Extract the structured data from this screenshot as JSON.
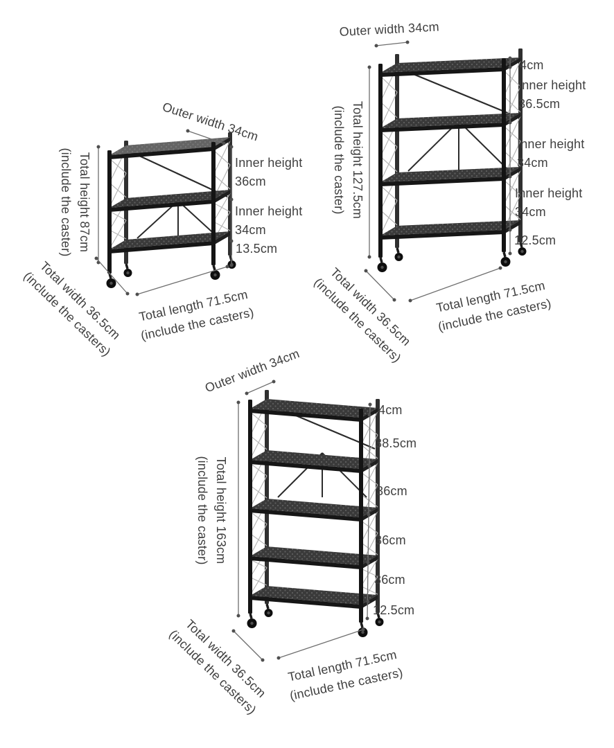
{
  "diagram": {
    "background": "#ffffff",
    "text_color": "#3f3f3f",
    "dim_line_color": "#6e6e6e",
    "rack_color": "#161616",
    "lattice_color": "#b6b6b6"
  },
  "racks": [
    {
      "tiers": 3,
      "labels": {
        "outer_width": "Outer width 34cm",
        "total_height": [
          "Total height 87cm",
          "(include the caster)"
        ],
        "right": [
          [
            "Inner height",
            "36cm"
          ],
          [
            "Inner height",
            "34cm"
          ],
          [
            "13.5cm"
          ]
        ],
        "total_width": [
          "Total width 36.5cm",
          "(include the casters)"
        ],
        "total_length": [
          "Total length 71.5cm",
          "(include the casters)"
        ]
      }
    },
    {
      "tiers": 4,
      "labels": {
        "outer_width": "Outer width 34cm",
        "total_height": [
          "Total height 127.5cm",
          "(include the caster)"
        ],
        "right": [
          [
            "4cm"
          ],
          [
            "Inner height",
            "36.5cm"
          ],
          [
            "Inner height",
            "34cm"
          ],
          [
            "Inner height",
            "34cm"
          ],
          [
            "12.5cm"
          ]
        ],
        "total_width": [
          "Total width 36.5cm",
          "(include the casters)"
        ],
        "total_length": [
          "Total length 71.5cm",
          "(include the casters)"
        ]
      }
    },
    {
      "tiers": 5,
      "labels": {
        "outer_width": "Outer width 34cm",
        "total_height": [
          "Total height 163cm",
          "(include the caster)"
        ],
        "right": [
          [
            "4cm"
          ],
          [
            "38.5cm"
          ],
          [
            "36cm"
          ],
          [
            "36cm"
          ],
          [
            "36cm"
          ],
          [
            "12.5cm"
          ]
        ],
        "total_width": [
          "Total width 36.5cm",
          "(include the casters)"
        ],
        "total_length": [
          "Total length 71.5cm",
          "(include the casters)"
        ]
      }
    }
  ]
}
